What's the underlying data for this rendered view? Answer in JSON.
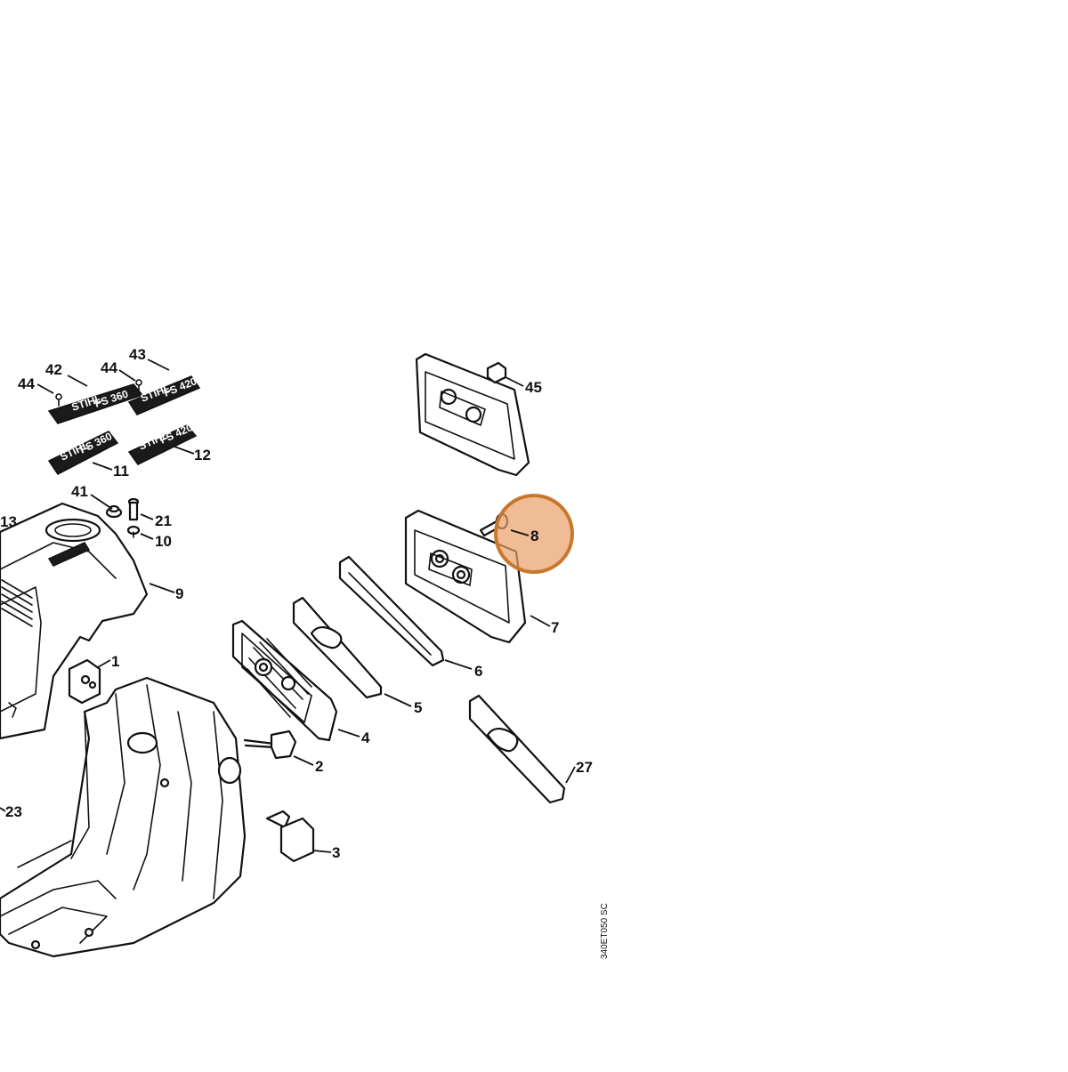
{
  "diagram": {
    "drawing_code": "340ET050 SC",
    "highlight_color": "#e8a06a",
    "highlight_stroke": "#c9772e",
    "highlighted_part": "8",
    "plates": {
      "p42_line1": "STIHL",
      "p42_line2": "FS 360",
      "p43_line1": "STIHL",
      "p43_line2": "FS 420",
      "p11_line1": "STIHL",
      "p11_line2": "FS 360",
      "p12_line1": "STIHL",
      "p12_line2": "FS 420"
    },
    "labels": {
      "l1": "1",
      "l2": "2",
      "l3": "3",
      "l4": "4",
      "l5": "5",
      "l6": "6",
      "l7": "7",
      "l8": "8",
      "l9": "9",
      "l10": "10",
      "l11": "11",
      "l12": "12",
      "l13": "13",
      "l21": "21",
      "l23": "23",
      "l27": "27",
      "l41": "41",
      "l42": "42",
      "l43": "43",
      "l44a": "44",
      "l44b": "44",
      "l45": "45"
    }
  }
}
